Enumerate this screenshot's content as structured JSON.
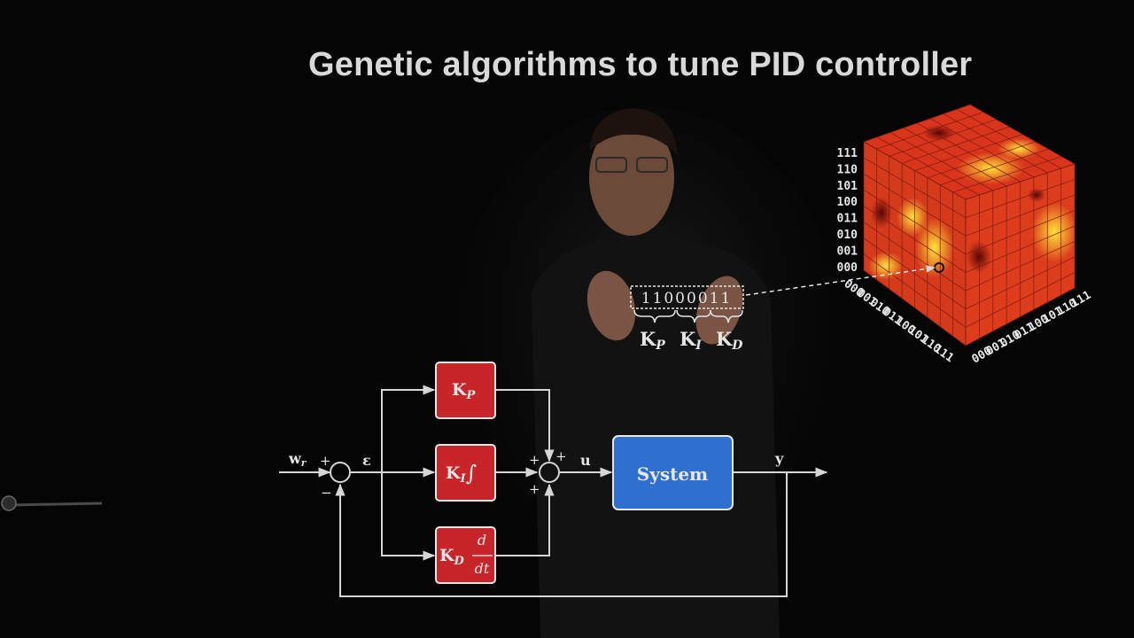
{
  "title": "Genetic algorithms to tune PID controller",
  "chromosome": {
    "bits": "11000011",
    "gain_labels": [
      "K",
      "K",
      "K"
    ],
    "gain_subscripts": [
      "P",
      "I",
      "D"
    ]
  },
  "cube": {
    "axis_labels": [
      "000",
      "001",
      "010",
      "011",
      "100",
      "101",
      "110",
      "111"
    ]
  },
  "diagram": {
    "reference_label": "w",
    "reference_subscript": "r",
    "error_label": "ε",
    "control_label": "u",
    "output_label": "y",
    "plus": "+",
    "minus": "−",
    "system_label": "System",
    "kp_label": "K",
    "kp_sub": "P",
    "ki_label": "K",
    "ki_sub": "I",
    "ki_op": "∫",
    "kd_label": "K",
    "kd_sub": "D",
    "kd_num": "d",
    "kd_den": "dt"
  },
  "colors": {
    "block_red": "#c8252a",
    "system_blue": "#2e6fd0",
    "line": "#d6d6d6"
  }
}
